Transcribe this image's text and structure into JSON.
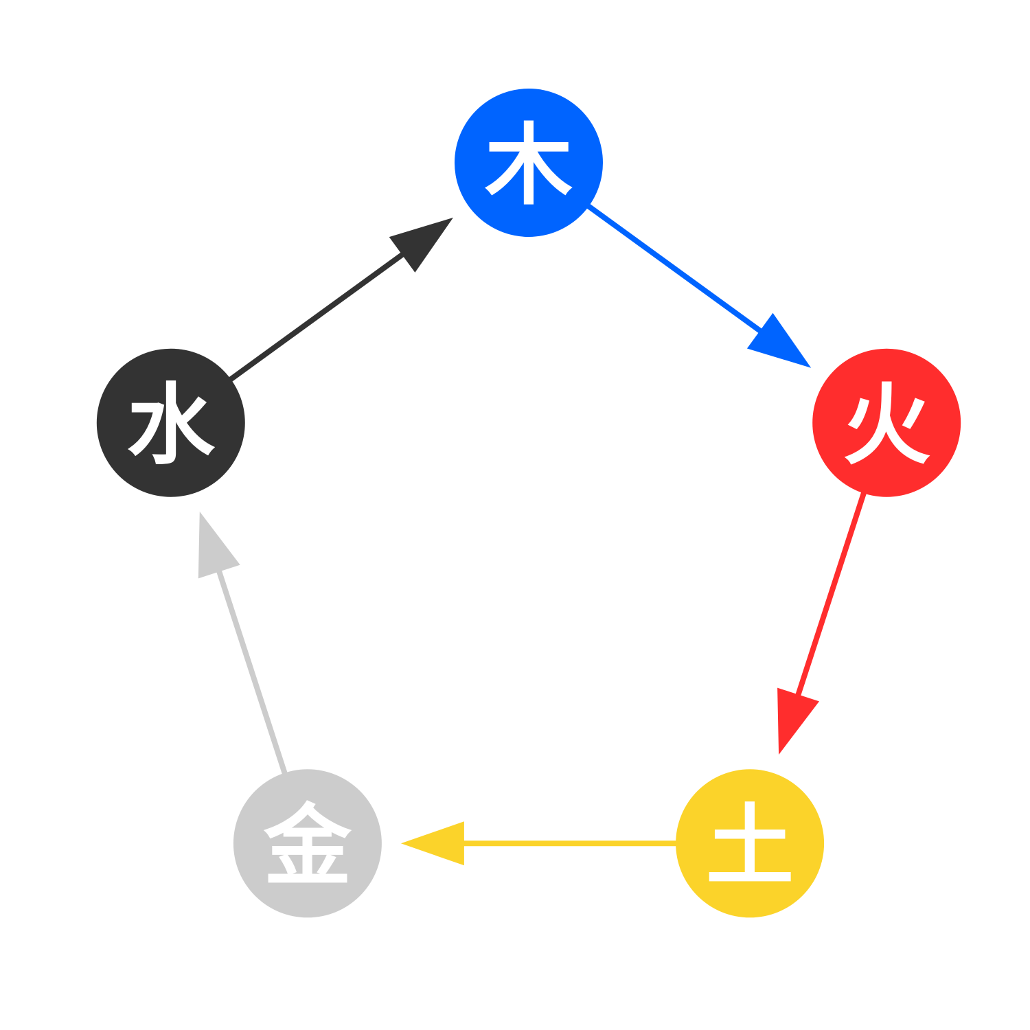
{
  "nodes": [
    {
      "id": "wood",
      "label": "木",
      "color": "#0064FF"
    },
    {
      "id": "fire",
      "label": "火",
      "color": "#FF2D2D"
    },
    {
      "id": "earth",
      "label": "土",
      "color": "#FBD32A"
    },
    {
      "id": "metal",
      "label": "金",
      "color": "#CCCCCC"
    },
    {
      "id": "water",
      "label": "水",
      "color": "#333333"
    }
  ],
  "edges": [
    {
      "from": "wood",
      "to": "fire",
      "color": "#0064FF"
    },
    {
      "from": "fire",
      "to": "earth",
      "color": "#FF2D2D"
    },
    {
      "from": "earth",
      "to": "metal",
      "color": "#FBD32A"
    },
    {
      "from": "metal",
      "to": "water",
      "color": "#CCCCCC"
    },
    {
      "from": "water",
      "to": "wood",
      "color": "#333333"
    }
  ]
}
